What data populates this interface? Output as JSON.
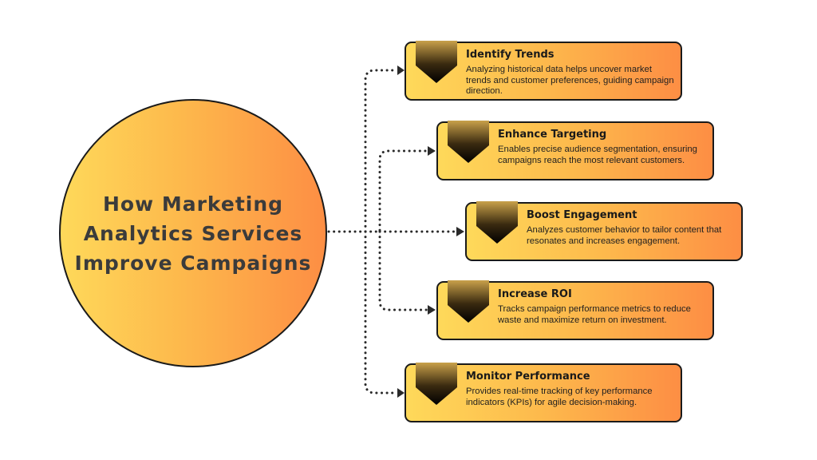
{
  "center": {
    "title": "How Marketing Analytics Services Improve Campaigns"
  },
  "items": [
    {
      "title": "Identify Trends",
      "description": "Analyzing historical data helps uncover market trends and customer preferences, guiding campaign direction."
    },
    {
      "title": "Enhance Targeting",
      "description": "Enables precise audience segmentation, ensuring campaigns reach the most relevant customers."
    },
    {
      "title": "Boost Engagement",
      "description": "Analyzes customer behavior to tailor content that resonates and increases engagement."
    },
    {
      "title": "Increase ROI",
      "description": "Tracks campaign performance metrics to reduce waste and maximize return on investment."
    },
    {
      "title": "Monitor Performance",
      "description": "Provides real-time tracking of key performance indicators (KPIs) for agile decision-making."
    }
  ],
  "colors": {
    "gradient_start": "#fed95a",
    "gradient_end": "#fd8e44",
    "outline": "#1a1a1a",
    "title_text": "#3b3b3b"
  }
}
